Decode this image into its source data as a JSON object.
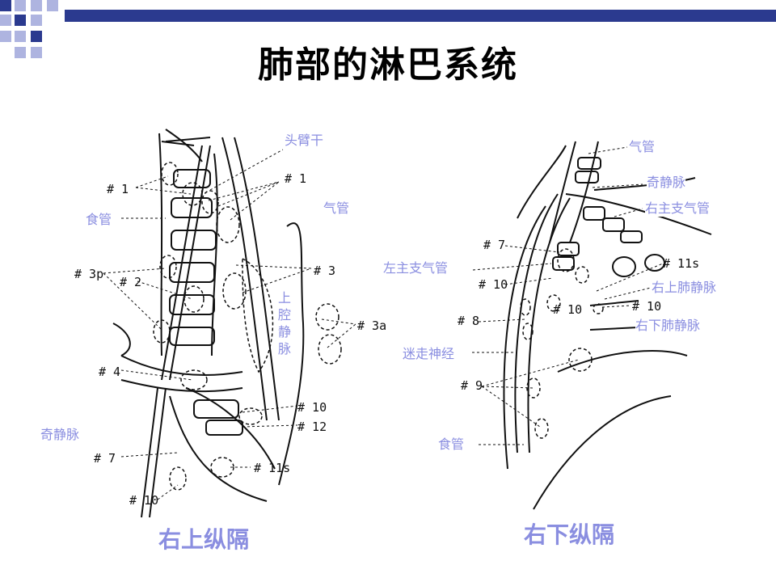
{
  "slide": {
    "title": "肺部的淋巴系统",
    "colors": {
      "accent": "#2b3a8f",
      "secondary": "#aeb4e0",
      "label": "#8a8ee0"
    }
  },
  "left_diagram": {
    "caption": "右上纵隔",
    "labels": {
      "brachiocephalic": "头臂干",
      "trachea": "气管",
      "esophagus": "食管",
      "svc": "上腔静脉",
      "azygos": "奇静脉"
    },
    "stations": {
      "s1a": "# 1",
      "s1b": "# 1",
      "s3": "# 3",
      "s3p": "# 3p",
      "s2": "# 2",
      "s3a": "# 3a",
      "s4": "# 4",
      "s10": "# 10",
      "s12": "# 12",
      "s7": "# 7",
      "s11s": "# 11s",
      "s10b": "# 10"
    }
  },
  "right_diagram": {
    "caption": "右下纵隔",
    "labels": {
      "trachea": "气管",
      "azygos": "奇静脉",
      "right_main_bronchus": "右主支气管",
      "left_main_bronchus": "左主支气管",
      "right_sup_pv": "右上肺静脉",
      "right_inf_pv": "右下肺静脉",
      "vagus": "迷走神经",
      "esophagus": "食管"
    },
    "stations": {
      "s7": "# 7",
      "s11s": "# 11s",
      "s10a": "# 10",
      "s10b": "# 10",
      "s10c": "# 10",
      "s8": "# 8",
      "s9": "# 9"
    }
  }
}
